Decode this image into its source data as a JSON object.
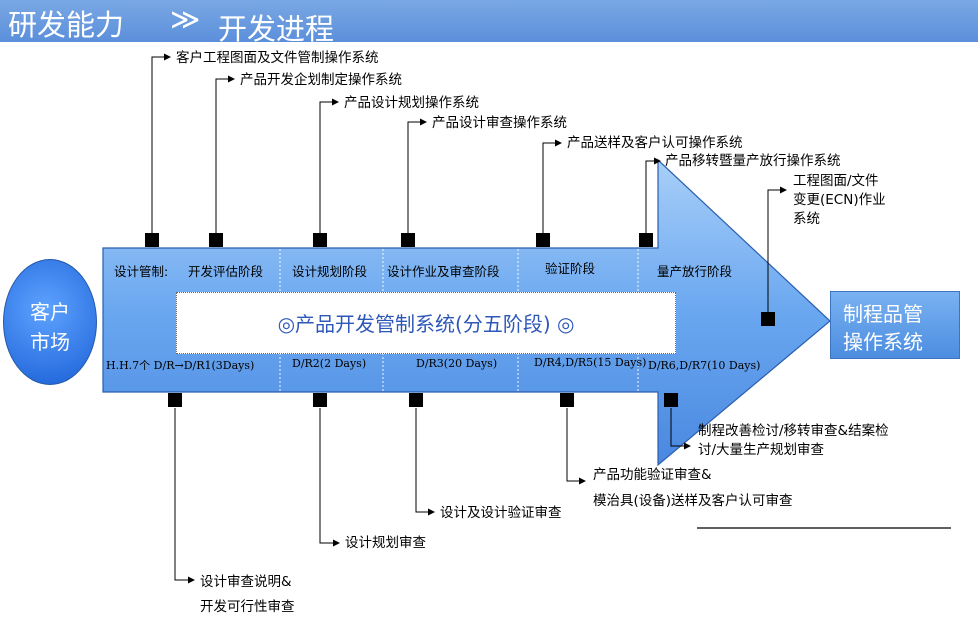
{
  "header": {
    "title": "研发能力",
    "chevron": "≫",
    "subtitle": "开发进程"
  },
  "customer": {
    "line1": "客户",
    "line2": "市场"
  },
  "center_title": "◎产品开发管制系统(分五阶段) ◎",
  "stages": [
    "设计管制:",
    "开发评估阶段",
    "设计规划阶段",
    "设计作业及审查阶段",
    "验证阶段",
    "量产放行阶段"
  ],
  "reviews": [
    "H.H.7个 D/R→D/R1(3Days)",
    "D/R2(2 Days)",
    "D/R3(20 Days)",
    "D/R4,D/R5(15 Days)",
    "D/R6,D/R7(10 Days)"
  ],
  "top_labels": [
    "客户工程图面及文件管制操作系统",
    "产品开发企划制定操作系统",
    "产品设计规划操作系统",
    "产品设计审查操作系统",
    "产品送样及客户认可操作系统",
    "产品移转暨量产放行操作系统"
  ],
  "ecn_label": [
    "工程图面/文件",
    "变更(ECN)作业",
    "系统"
  ],
  "bottom_labels": {
    "evaluation": [
      "设计审查说明&",
      "开发可行性审查"
    ],
    "planning": "设计规划审查",
    "design": "设计及设计验证审查",
    "verification": [
      "产品功能验证审查&",
      "模治具(设备)送样及客户认可审查"
    ],
    "production": [
      "制程改善检讨/移转审查&结案检",
      "讨/大量生产规划审查"
    ]
  },
  "mfg_box": {
    "line1": "制程品管",
    "line2": "操作系统"
  },
  "colors": {
    "header_bg": "#5b8fdb",
    "arrow_fill": "#5b99ee",
    "arrow_light": "#a8cff8",
    "center_text": "#2e58b8",
    "customer_fill": "#2c74e8",
    "mfg_box_fill": "#5f9de6"
  }
}
